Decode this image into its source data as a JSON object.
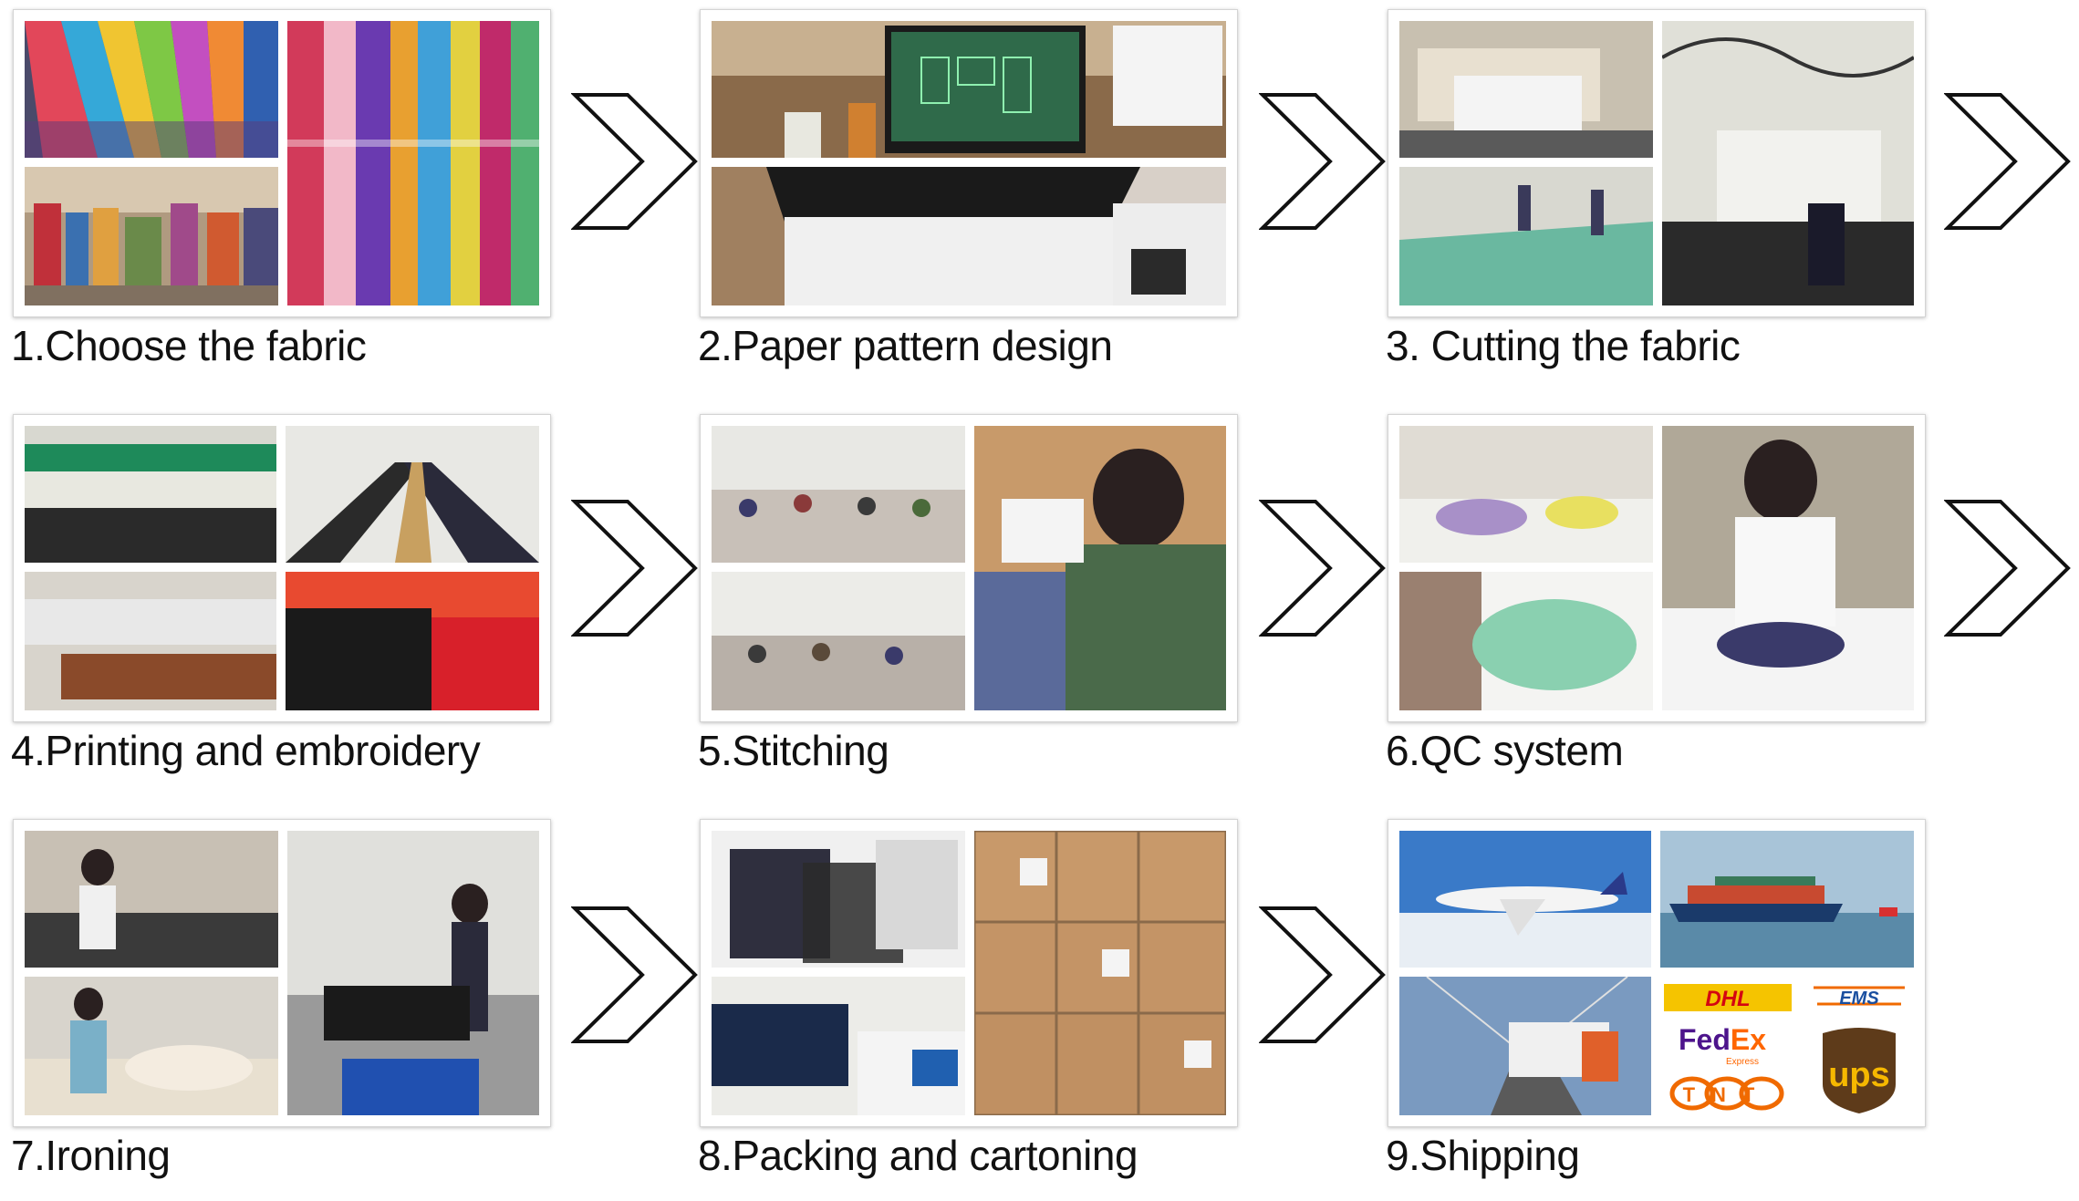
{
  "steps": [
    {
      "label": "1.Choose the fabric"
    },
    {
      "label": "2.Paper pattern design"
    },
    {
      "label": "3. Cutting the fabric"
    },
    {
      "label": "4.Printing and embroidery"
    },
    {
      "label": "5.Stitching"
    },
    {
      "label": "6.QC system"
    },
    {
      "label": "7.Ironing"
    },
    {
      "label": "8.Packing and cartoning"
    },
    {
      "label": "9.Shipping"
    }
  ],
  "carriers": {
    "dhl": "DHL",
    "ems": "EMS",
    "fedex_fed": "Fed",
    "fedex_ex": "Ex",
    "fedex_sub": "Express",
    "tnt": "TNT",
    "ups": "ups"
  },
  "colors": {
    "arrow_stroke": "#111111",
    "dhl_yellow": "#f5c400",
    "dhl_red": "#d40511",
    "fedex_purple": "#4d148c",
    "fedex_orange": "#ff6600",
    "ups_brown": "#5e3b1a",
    "ups_gold": "#f6b800",
    "tnt_orange": "#f06a00",
    "ems_blue": "#1a4fa0"
  }
}
